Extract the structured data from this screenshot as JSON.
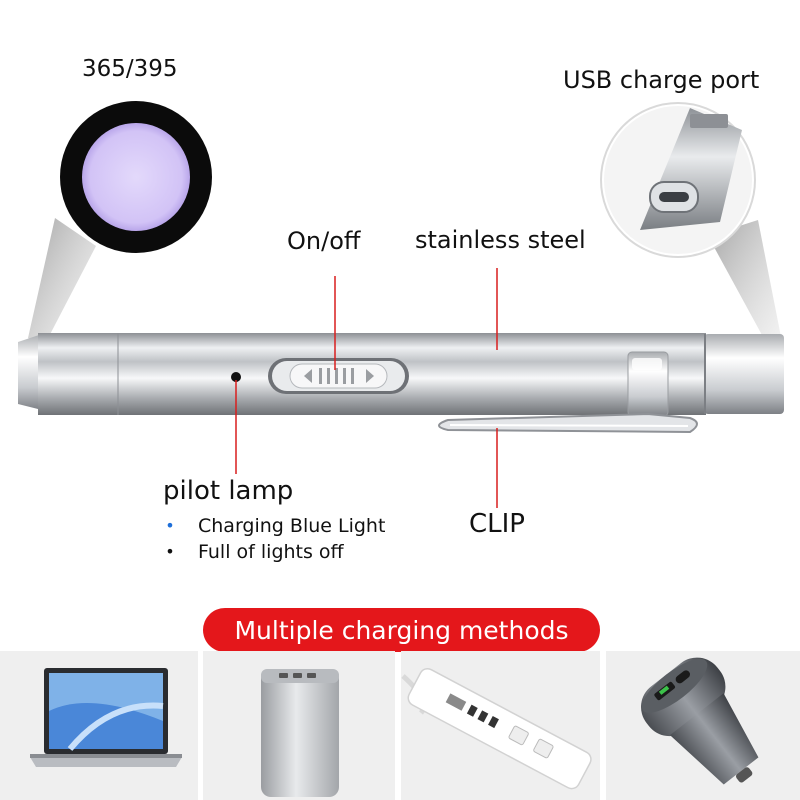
{
  "wavelength_label": "365/395",
  "usb_port_label": "USB charge port",
  "switch_label": "On/off",
  "material_label": "stainless steel",
  "pilot_lamp": {
    "title": "pilot lamp",
    "states": [
      {
        "text": "Charging Blue Light",
        "bullet_color": "#1e6fd9"
      },
      {
        "text": "Full of lights off",
        "bullet_color": "#111111"
      }
    ]
  },
  "clip_label": "CLIP",
  "charging_banner": "Multiple charging methods",
  "charging_methods": [
    {
      "icon": "laptop-icon"
    },
    {
      "icon": "power-bank-icon"
    },
    {
      "icon": "power-strip-icon"
    },
    {
      "icon": "car-charger-icon"
    }
  ],
  "colors": {
    "banner": "#e4171b",
    "uv_light": "#d7c8f8",
    "steel": "#c9ccd0"
  }
}
